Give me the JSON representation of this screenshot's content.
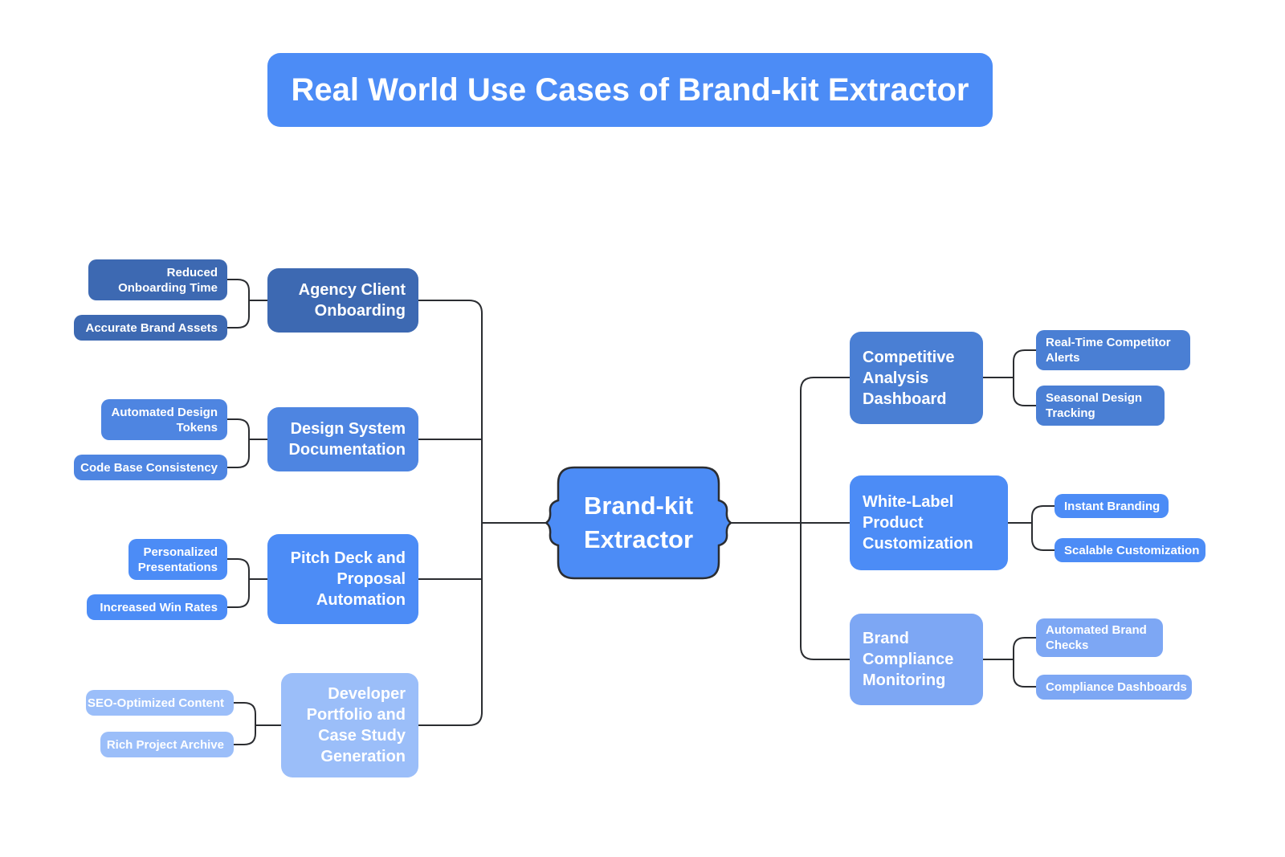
{
  "title": "Real World Use Cases of Brand-kit Extractor",
  "center": {
    "label": "Brand-kit Extractor"
  },
  "colors": {
    "background": "#ffffff",
    "title_bg": "#4c8cf6",
    "center_bg": "#4c8cf6",
    "connector": "#2b2d31",
    "text": "#ffffff",
    "dark_blue": "#3d69b2",
    "medium_blue": "#4e85e1",
    "bright_blue": "#4c8cf6",
    "pale_blue": "#9bbef9",
    "steel_blue": "#4a7fd4",
    "light_blue": "#7da7f4"
  },
  "branches": {
    "left": [
      {
        "label": "Agency Client Onboarding",
        "color": "#3d69b2",
        "children": [
          "Reduced Onboarding Time",
          "Accurate Brand Assets"
        ]
      },
      {
        "label": "Design System Documentation",
        "color": "#4e85e1",
        "children": [
          "Automated Design Tokens",
          "Code Base Consistency"
        ]
      },
      {
        "label": "Pitch Deck and Proposal Automation",
        "color": "#4c8cf6",
        "children": [
          "Personalized Presentations",
          "Increased Win Rates"
        ]
      },
      {
        "label": "Developer Portfolio and Case Study Generation",
        "color": "#9bbef9",
        "children": [
          "SEO-Optimized Content",
          "Rich Project Archive"
        ]
      }
    ],
    "right": [
      {
        "label": "Competitive Analysis Dashboard",
        "color": "#4a7fd4",
        "children": [
          "Real-Time Competitor Alerts",
          "Seasonal Design Tracking"
        ]
      },
      {
        "label": "White-Label Product Customization",
        "color": "#4c8cf6",
        "children": [
          "Instant Branding",
          "Scalable Customization"
        ]
      },
      {
        "label": "Brand Compliance Monitoring",
        "color": "#7da7f4",
        "children": [
          "Automated Brand Checks",
          "Compliance Dashboards"
        ]
      }
    ]
  }
}
